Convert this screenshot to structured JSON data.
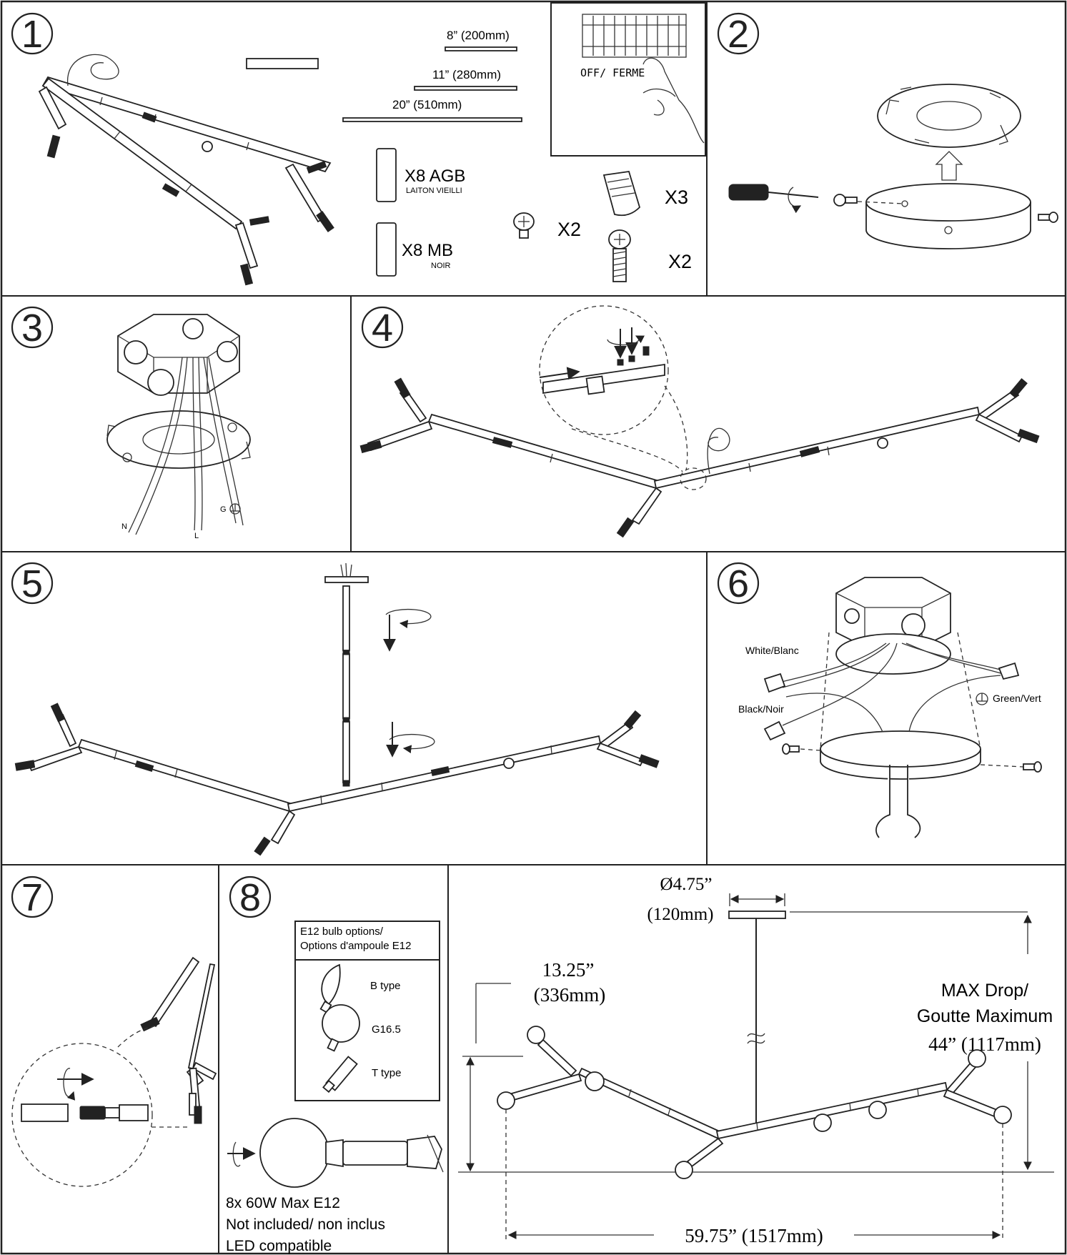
{
  "steps": [
    "1",
    "2",
    "3",
    "4",
    "5",
    "6",
    "7",
    "8"
  ],
  "step1": {
    "rod_lengths": [
      "8” (200mm)",
      "11” (280mm)",
      "20” (510mm)"
    ],
    "switch_label": "OFF/ FERME",
    "finish_agb_qty": "X8 AGB",
    "finish_agb_name": "LAITON VIEILLI",
    "finish_mb_qty": "X8 MB",
    "finish_mb_name": "NOIR",
    "screw_small_qty": "X2",
    "wire_nut_qty": "X3",
    "screw_large_qty": "X2"
  },
  "step3": {
    "neutral": "N",
    "line": "L",
    "ground": "G"
  },
  "step6": {
    "white": "White/Blanc",
    "black": "Black/Noir",
    "green": "Green/Vert"
  },
  "step8": {
    "box_title_1": "E12 bulb options/",
    "box_title_2": "Options d'ampoule E12",
    "bulbs": [
      "B type",
      "G16.5",
      "T type"
    ],
    "notes": [
      "8x 60W Max E12",
      "Not included/ non inclus",
      "LED compatible"
    ]
  },
  "dimensions": {
    "canopy_dia": "Ø4.75”",
    "canopy_dia_mm": "(120mm)",
    "height": "13.25”",
    "height_mm": "(336mm)",
    "max_drop_1": "MAX Drop/",
    "max_drop_2": "Goutte Maximum",
    "max_drop_value": "44” (1117mm)",
    "width": "59.75” (1517mm)"
  }
}
